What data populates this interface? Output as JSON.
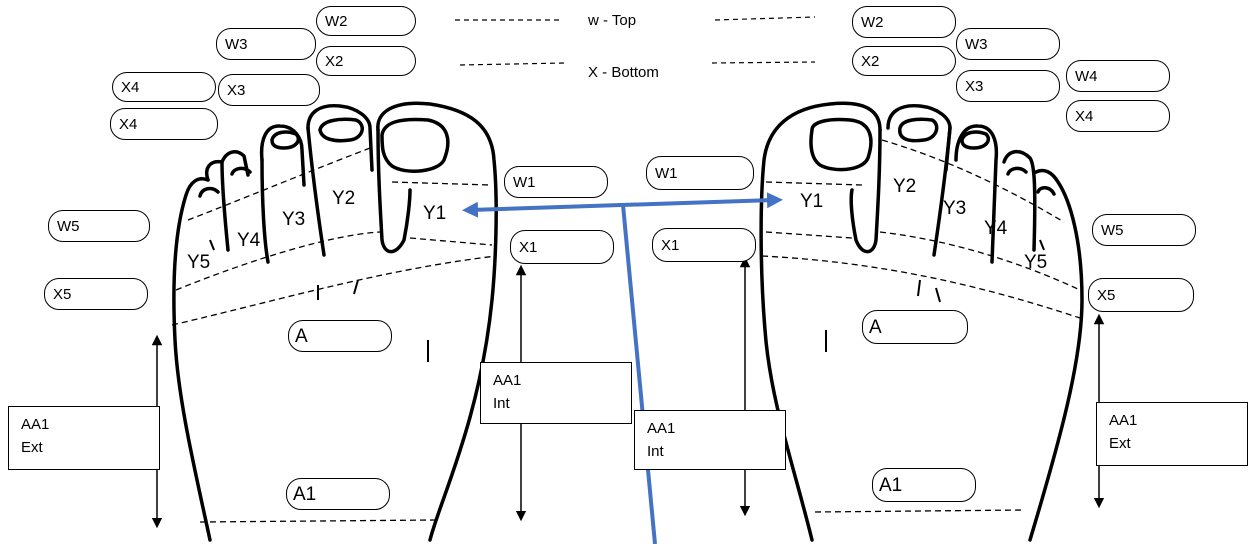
{
  "legend": {
    "top": "w - Top",
    "bottom": "X - Bottom"
  },
  "left_foot": {
    "tags": {
      "W1": "W1",
      "X1": "X1",
      "W2": "W2",
      "X2": "X2",
      "W3": "W3",
      "X3": "X3",
      "W4": "X4",
      "X4": "X4",
      "W5": "W5",
      "X5": "X5",
      "A": "A",
      "A1": "A1"
    },
    "toes": [
      "Y1",
      "Y2",
      "Y3",
      "Y4",
      "Y5"
    ],
    "aa_ext": [
      "AA1",
      "Ext"
    ],
    "aa_int": [
      "AA1",
      "Int"
    ]
  },
  "right_foot": {
    "tags": {
      "W1": "W1",
      "X1": "X1",
      "W2": "W2",
      "X2": "X2",
      "W3": "W3",
      "X3": "X3",
      "W4": "W4",
      "X4": "X4",
      "W5": "W5",
      "X5": "X5",
      "A": "A",
      "A1": "A1"
    },
    "toes": [
      "Y1",
      "Y2",
      "Y3",
      "Y4",
      "Y5"
    ],
    "aa_int": [
      "AA1",
      "Int"
    ],
    "aa_ext": [
      "AA1",
      "Ext"
    ]
  },
  "colors": {
    "pointer": "#4472c4",
    "ink": "#000000"
  }
}
